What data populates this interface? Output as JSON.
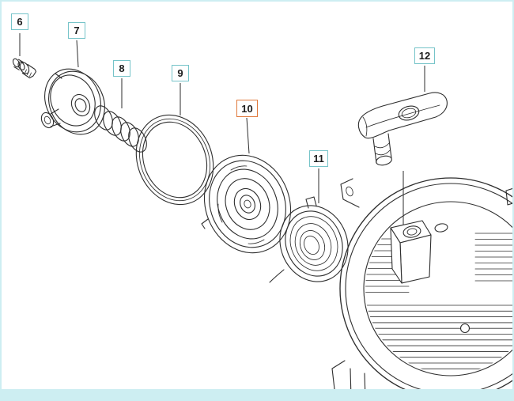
{
  "diagram": {
    "callouts": [
      {
        "label": "6",
        "highlighted": false
      },
      {
        "label": "7",
        "highlighted": false
      },
      {
        "label": "8",
        "highlighted": false
      },
      {
        "label": "9",
        "highlighted": false
      },
      {
        "label": "10",
        "highlighted": true
      },
      {
        "label": "11",
        "highlighted": false
      },
      {
        "label": "12",
        "highlighted": false
      }
    ]
  },
  "colors": {
    "background": "#ffffff",
    "line": "#2e2e2e",
    "callout-border": "#76c4c9",
    "callout-text": "#1c1c1c",
    "highlight": "#e0793c",
    "frame": "#cdeef2"
  }
}
